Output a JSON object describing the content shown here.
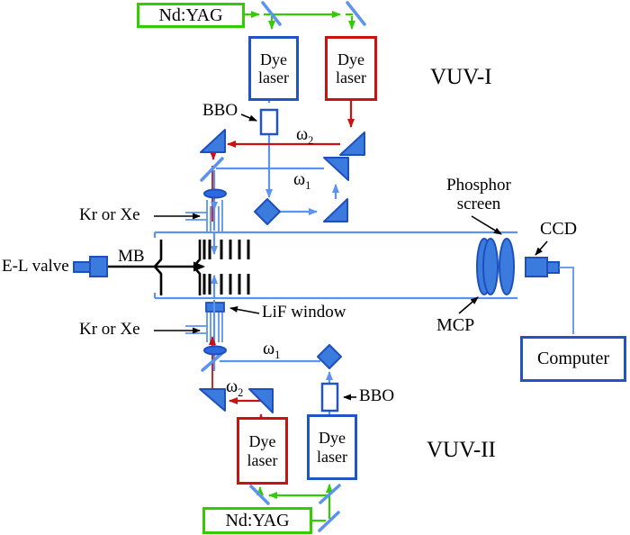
{
  "boxes": {
    "ndyag_top": "Nd:YAG",
    "dye_laser_top_left": "Dye laser",
    "dye_laser_top_right": "Dye laser",
    "computer": "Computer",
    "dye_laser_bottom_left": "Dye laser",
    "dye_laser_bottom_right": "Dye laser",
    "ndyag_bottom": "Nd:YAG"
  },
  "labels": {
    "vuv_1": "VUV-I",
    "vuv_2": "VUV-II",
    "bbo_top": "BBO",
    "bbo_bottom": "BBO",
    "omega_2_top": {
      "base": "ω",
      "sub": "2"
    },
    "omega_1_top": {
      "base": "ω",
      "sub": "1"
    },
    "omega_1_bottom": {
      "base": "ω",
      "sub": "1"
    },
    "omega_2_bottom": {
      "base": "ω",
      "sub": "2"
    },
    "kr_or_xe_top": "Kr or Xe",
    "kr_or_xe_bottom": "Kr or Xe",
    "el_valve": "E-L valve",
    "mb": "MB",
    "lif_window": "LiF window",
    "phosphor_screen": "Phosphor screen",
    "mcp": "MCP",
    "ccd": "CCD"
  },
  "colors": {
    "pump_beam_green": "#33CC00",
    "red_beam": "#CC1111",
    "light_blue_beam": "#5B93EE",
    "optic_fill_blue": "#3C7BDE",
    "optic_stroke_blue": "#1D4FBE",
    "box_border_blue": "#2255C4",
    "box_border_red": "#CC1111",
    "box_border_green": "#33CC00",
    "black": "#000000"
  }
}
